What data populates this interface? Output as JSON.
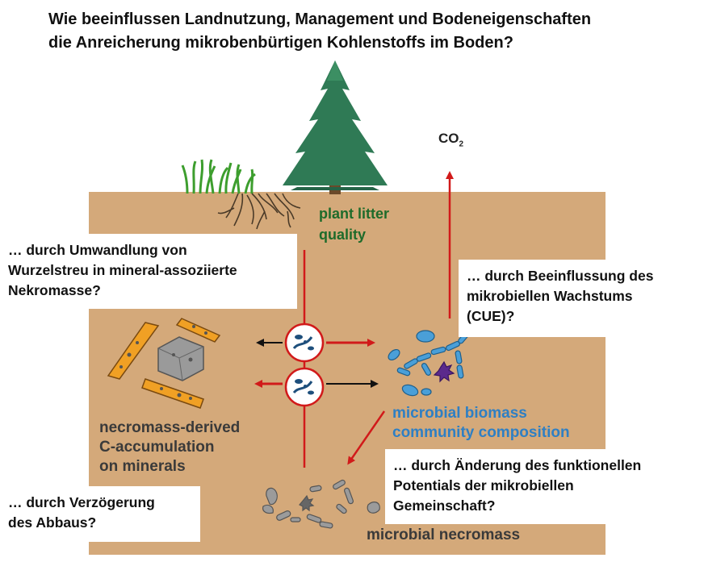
{
  "title": {
    "line1": "Wie beeinflussen Landnutzung, Management und Bodeneigenschaften",
    "line2": "die Anreicherung mikrobenbürtigen Kohlenstoffs im Boden?"
  },
  "labels": {
    "co2_main": "CO",
    "co2_sub": "2",
    "plant_litter_line1": "plant litter",
    "plant_litter_line2": "quality",
    "necromass_c_line1": "necromass-derived",
    "necromass_c_line2": "C-accumulation",
    "necromass_c_line3": "on minerals",
    "biomass_line1": "microbial biomass",
    "biomass_line2": "community composition",
    "microbial_necromass": "microbial necromass"
  },
  "boxes": {
    "top_left": [
      "… durch Umwandlung von",
      "Wurzelstreu in mineral-assoziierte",
      "Nekromasse?"
    ],
    "right": [
      "… durch Beeinflussung des",
      "mikrobiellen Wachstums",
      "(CUE)?"
    ],
    "bottom_right": [
      "… durch Änderung des funktionellen",
      "Potentials der mikrobiellen",
      "Gemeinschaft?"
    ],
    "bottom_left": [
      "… durch Verzögerung",
      "des Abbaus?"
    ]
  },
  "colors": {
    "soil": "#d4a97a",
    "red_arrow": "#d11a1a",
    "tree_green": "#2f7a55",
    "mineral_orange": "#f0a024",
    "microbe_blue": "#4a9fd8",
    "label_green": "#1e6b2a",
    "label_blue": "#2e7fc4"
  },
  "icons": [
    "conifer-tree-icon",
    "grass-icon",
    "roots-icon",
    "microbe-circle-icon",
    "mineral-icon",
    "hyphae-icon",
    "necromass-fragments-icon"
  ]
}
